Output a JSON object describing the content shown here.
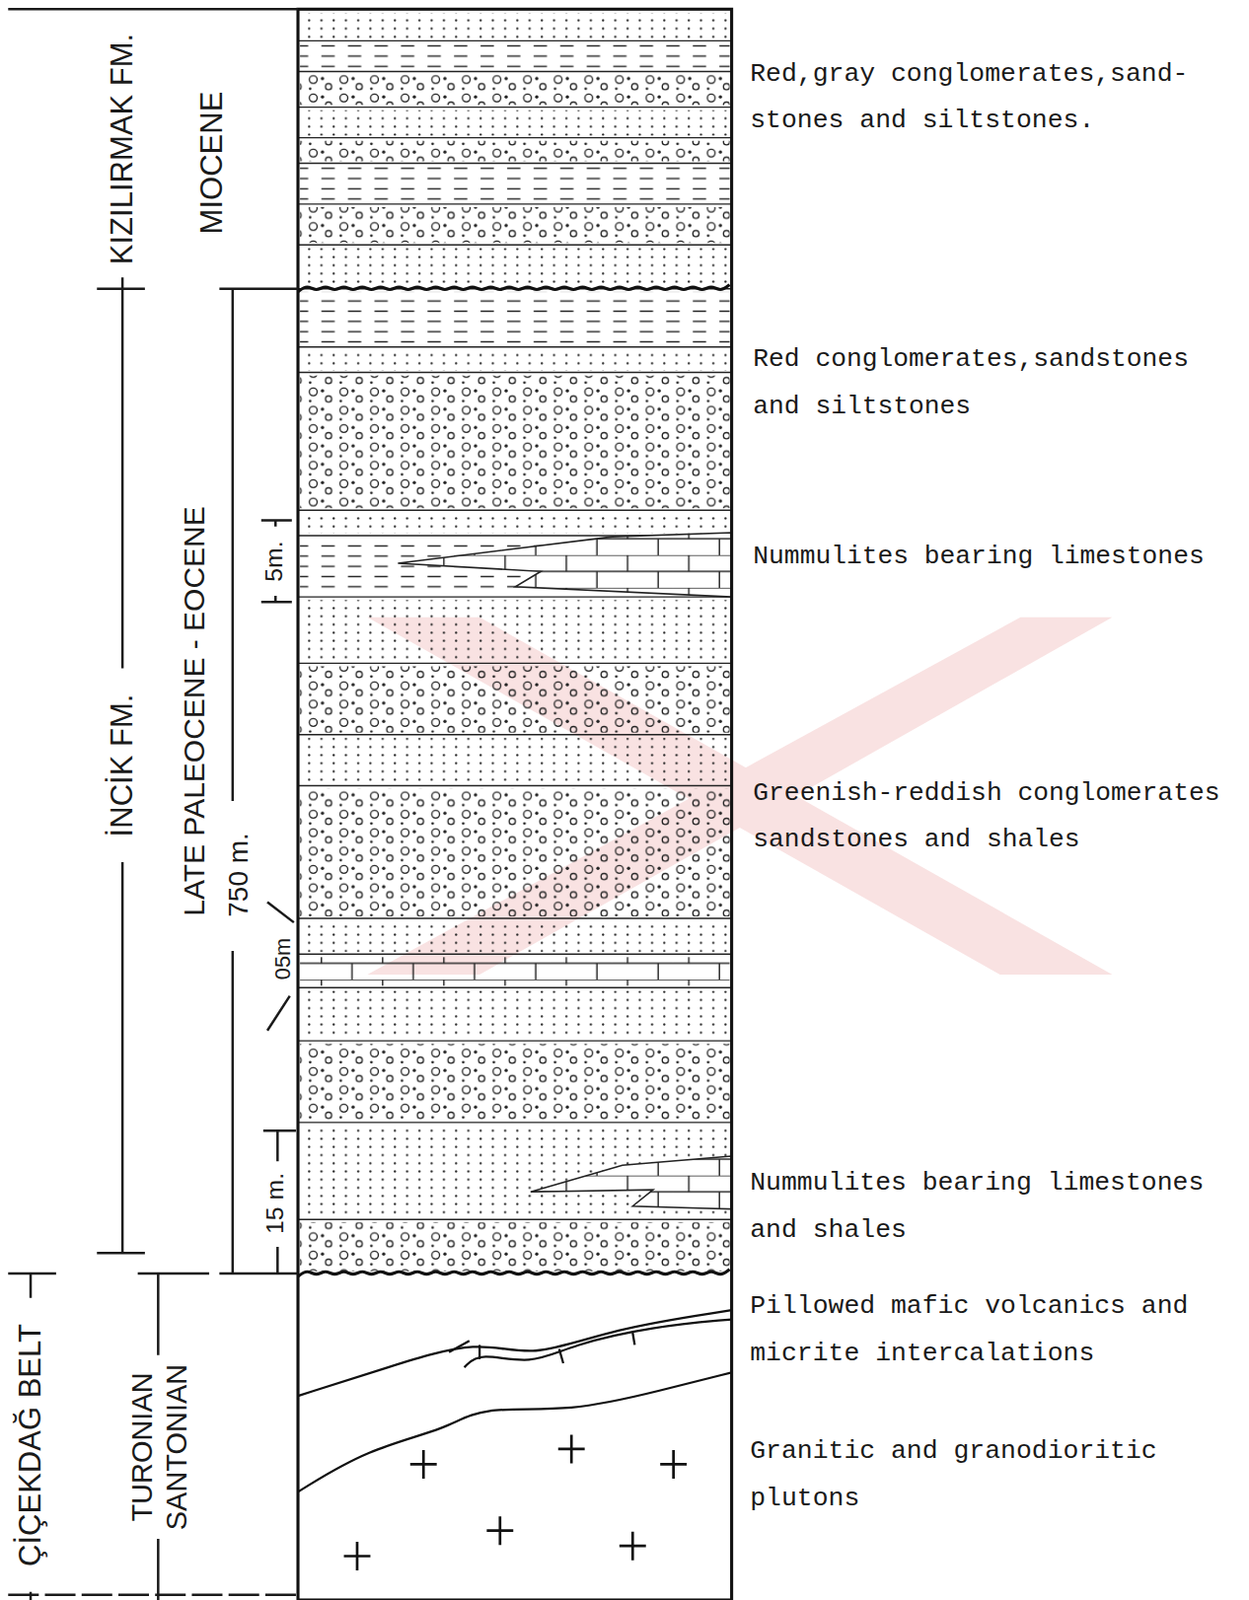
{
  "diagram": {
    "labels": [
      "KIZILIRMAK FM.",
      "MIOCENE",
      "İNCİK FM.",
      "LATE PALEOCENE - EOCENE",
      "750 m.",
      "5m.",
      "05m",
      "15 m.",
      "ÇİÇEKDAĞ BELT",
      "TURONIAN",
      "SANTONIAN",
      "Red,gray conglomerates,sand-stones and siltstones.",
      "Red conglomerates,sandstones and siltstones",
      "Nummulites bearing limestones",
      "Greenish-reddish conglomerates sandstones and shales",
      "Nummulites bearing limestones and shales",
      "Pillowed mafic volcanics and micrite intercalations",
      "Granitic and granodioritic plutons"
    ]
  }
}
